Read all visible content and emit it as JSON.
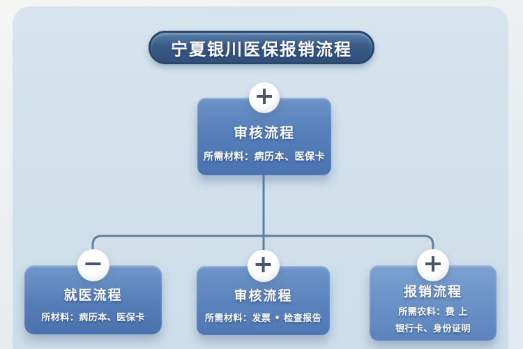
{
  "title_banner": {
    "text": "宁夏银川医保报销流程"
  },
  "root_node": {
    "badge": "+",
    "title": "审核流程",
    "materials": "所需材料：病历本、医保卡"
  },
  "branches": [
    {
      "badge": "−",
      "title": "就医流程",
      "materials": "所材料：病历本、医保卡"
    },
    {
      "badge": "+",
      "title": "审核流程",
      "materials": "所需材料：发票 • 检查报告"
    },
    {
      "badge": "+",
      "title": "报销流程",
      "materials": "所需农料：费 上",
      "materials_line2": "银行卡、身份证明"
    }
  ],
  "colors": {
    "outer_background": "#eef1f2",
    "canvas_card": "#d2e1ec",
    "banner_fill": "#35537f",
    "banner_border": "#2a4668",
    "node_fill_top": "#6d93c7",
    "node_fill_bottom": "#4a74b2",
    "connector": "#5e7f9e",
    "badge_circle": "#ffffff",
    "badge_glyph": "#4b5767",
    "text": "#ffffff"
  }
}
